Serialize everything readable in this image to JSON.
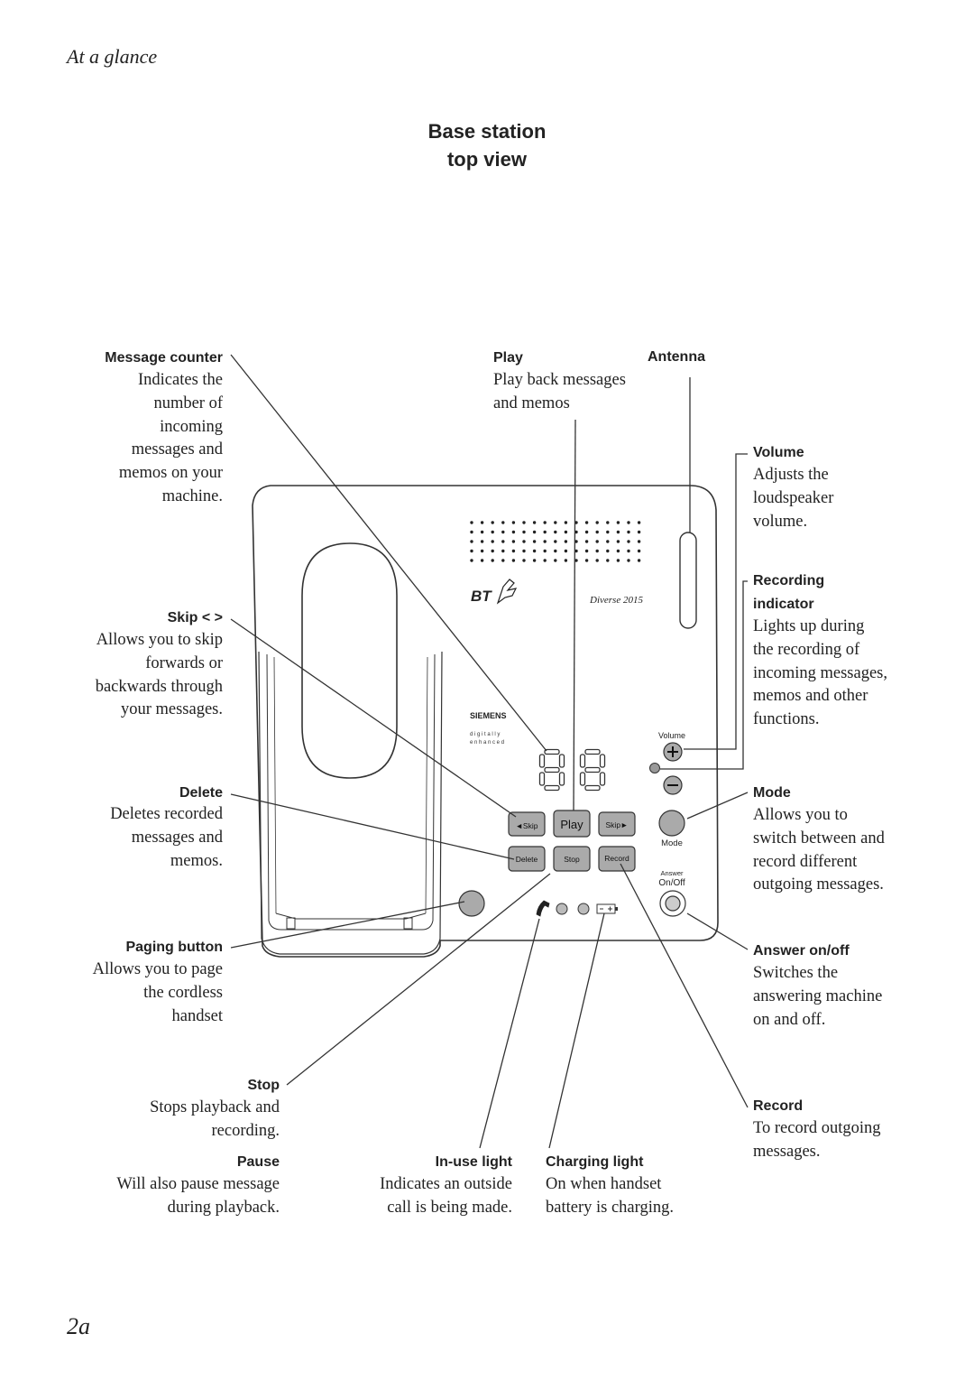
{
  "header": {
    "section_title": "At a glance"
  },
  "title": {
    "line1": "Base station",
    "line2": "top view"
  },
  "device": {
    "brand": "BT",
    "model": "Diverse 2015",
    "maker": "SIEMENS",
    "tagline1": "d i g i t a l l y",
    "tagline2": "e n h a n c e d",
    "counter_display": "88",
    "buttons": {
      "skip_back": "◄Skip",
      "play": "Play",
      "skip_forward": "Skip►",
      "delete": "Delete",
      "stop": "Stop",
      "record": "Record",
      "volume": "Volume",
      "mode": "Mode",
      "answer_line1": "Answer",
      "answer_line2": "On/Off"
    }
  },
  "callouts": {
    "message_counter": {
      "label": "Message counter",
      "desc": "Indicates the\nnumber of\nincoming\nmessages and\nmemos on your\nmachine."
    },
    "skip": {
      "label": "Skip < >",
      "desc": "Allows you to skip\nforwards or\nbackwards through\nyour messages."
    },
    "delete": {
      "label": "Delete",
      "desc": "Deletes recorded\nmessages and\nmemos."
    },
    "paging": {
      "label": "Paging button",
      "desc": "Allows you to page\nthe cordless\nhandset"
    },
    "stop": {
      "label": "Stop",
      "desc": "Stops playback and\nrecording."
    },
    "pause": {
      "label": "Pause",
      "desc": "Will also pause message\nduring playback."
    },
    "in_use": {
      "label": "In-use light",
      "desc": "Indicates an outside\ncall is being made."
    },
    "charging": {
      "label": "Charging light",
      "desc": "On when handset\nbattery is charging."
    },
    "play": {
      "label": "Play",
      "desc": "Play back messages\nand memos"
    },
    "antenna": {
      "label": "Antenna"
    },
    "volume": {
      "label": "Volume",
      "desc": "Adjusts the\nloudspeaker\nvolume."
    },
    "recording_indicator": {
      "label_line1": "Recording",
      "label_line2": "indicator",
      "desc": "Lights up during\nthe recording of\nincoming messages,\nmemos and other\nfunctions."
    },
    "mode": {
      "label": "Mode",
      "desc": "Allows you to\nswitch between and\nrecord  different\noutgoing messages."
    },
    "answer": {
      "label": "Answer on/off",
      "desc": "Switches the\nanswering machine\non and off."
    },
    "record": {
      "label": "Record",
      "desc": "To record outgoing\nmessages."
    }
  },
  "footer": {
    "page_number": "2a"
  }
}
